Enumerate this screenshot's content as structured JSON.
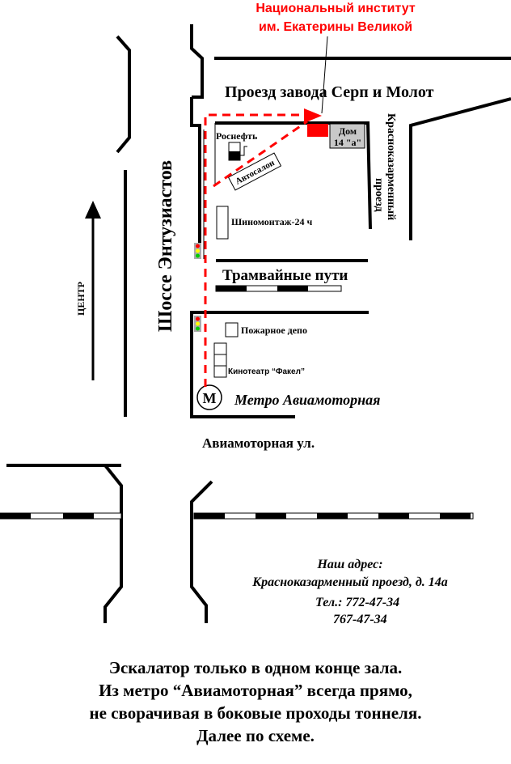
{
  "title": {
    "line1": "Национальный институт",
    "line2": "им. Екатерины Великой",
    "color": "#ff0000"
  },
  "streets": {
    "serp_molot": "Проезд завода Серп и Молот",
    "shosse": "Шоссе Энтузиастов",
    "krasnokazarm": "Красноказарменный",
    "proezd": "проезд",
    "aviamotornaya_ul": "Авиамоторная ул.",
    "tram": "Трамвайные пути",
    "center": "ЦЕНТР"
  },
  "places": {
    "rosneft": "Роснефть",
    "avtosalon": "Автосалон",
    "dom_line1": "Дом",
    "dom_line2": "14 \"а\"",
    "tire": "Шиномонтаж-24 ч",
    "fire": "Пожарное депо",
    "cinema": "Кинотеатр “Факел”",
    "metro_symbol": "М",
    "metro": "Метро Авиамоторная"
  },
  "address": {
    "heading": "Наш адрес:",
    "street": "Красноказарменный проезд, д. 14а",
    "phone1": "Тел.: 772-47-34",
    "phone2": "767-47-34"
  },
  "directions": [
    "Эскалатор только в одном конце зала.",
    "Из метро “Авиамоторная” всегда прямо,",
    "не сворачивая в боковые проходы тоннеля.",
    "Далее по схеме."
  ],
  "colors": {
    "route": "#ff0000",
    "building": "#ff0000",
    "dom": "#c8c8c8"
  }
}
